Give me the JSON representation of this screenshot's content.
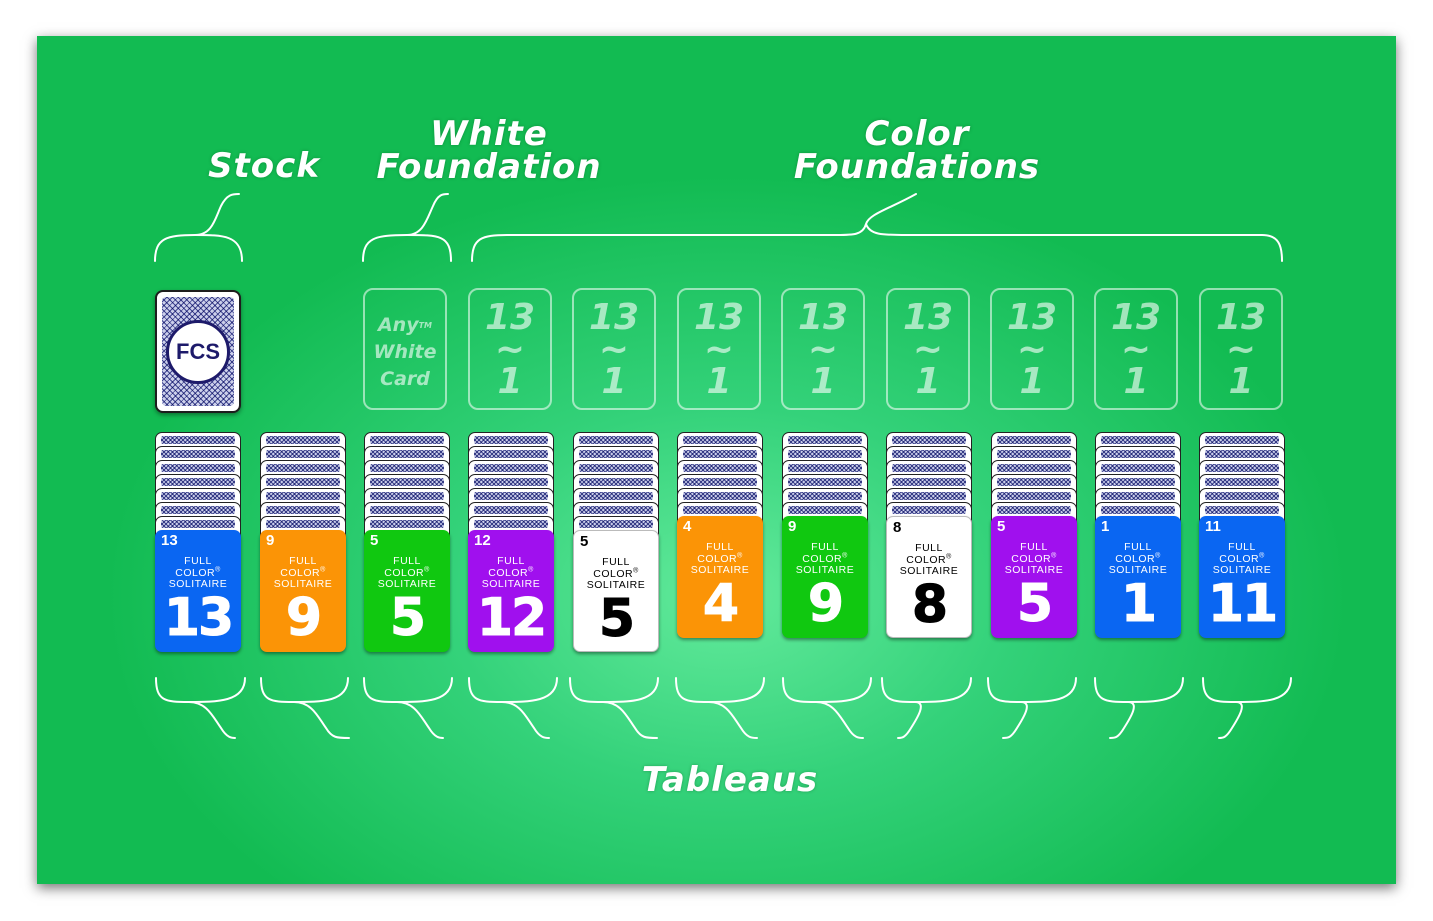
{
  "labels": {
    "stock": "Stock",
    "white_foundation": "White\nFoundation",
    "color_foundations": "Color\nFoundations",
    "tableaus": "Tableaus"
  },
  "stock": {
    "logo": "FCS"
  },
  "white_foundation_slot": {
    "line1": "Any",
    "trademark": "TM",
    "line2": "White",
    "line3": "Card"
  },
  "color_foundation_slots": [
    {
      "top": "13",
      "sep": "~",
      "bottom": "1"
    },
    {
      "top": "13",
      "sep": "~",
      "bottom": "1"
    },
    {
      "top": "13",
      "sep": "~",
      "bottom": "1"
    },
    {
      "top": "13",
      "sep": "~",
      "bottom": "1"
    },
    {
      "top": "13",
      "sep": "~",
      "bottom": "1"
    },
    {
      "top": "13",
      "sep": "~",
      "bottom": "1"
    },
    {
      "top": "13",
      "sep": "~",
      "bottom": "1"
    },
    {
      "top": "13",
      "sep": "~",
      "bottom": "1"
    }
  ],
  "card_brand": {
    "line1": "FULL",
    "line2": "COLOR",
    "registered": "®",
    "line3": "SOLITAIRE"
  },
  "tableaus": [
    {
      "rank": "13",
      "color": "blue",
      "face_down": 7
    },
    {
      "rank": "9",
      "color": "orange",
      "face_down": 7
    },
    {
      "rank": "5",
      "color": "green",
      "face_down": 7
    },
    {
      "rank": "12",
      "color": "purple",
      "face_down": 7
    },
    {
      "rank": "5",
      "color": "white",
      "face_down": 7
    },
    {
      "rank": "4",
      "color": "orange",
      "face_down": 6
    },
    {
      "rank": "9",
      "color": "green",
      "face_down": 6
    },
    {
      "rank": "8",
      "color": "white",
      "face_down": 6
    },
    {
      "rank": "5",
      "color": "purple",
      "face_down": 6
    },
    {
      "rank": "1",
      "color": "blue",
      "face_down": 6
    },
    {
      "rank": "11",
      "color": "blue",
      "face_down": 6
    }
  ],
  "colors": {
    "felt": "#22c566",
    "blue": "#0a66f2",
    "orange": "#fb9406",
    "green": "#10c810",
    "purple": "#a010ee",
    "white": "#ffffff"
  }
}
